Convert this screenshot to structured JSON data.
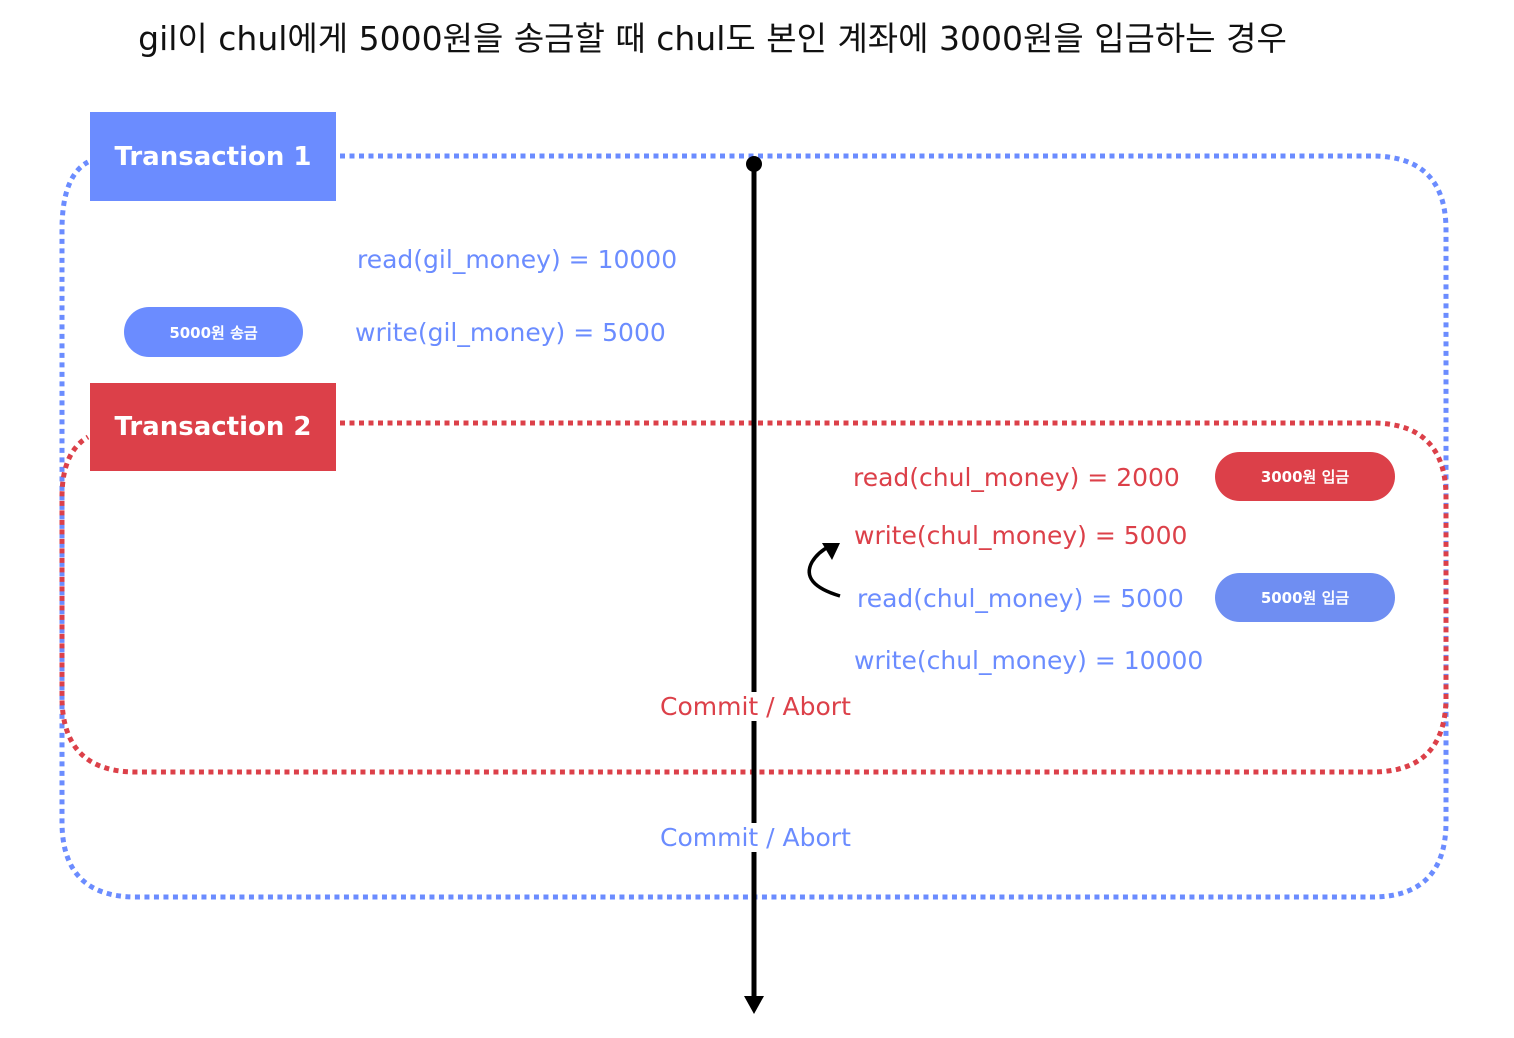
{
  "title": "gil이 chul에게 5000원을 송금할 때 chul도 본인 계좌에 3000원을 입금하는 경우",
  "colors": {
    "t1": "#6b8cff",
    "t2": "#dc4049",
    "t1_pill": "#6f8ef2",
    "line": "#000000"
  },
  "transaction1": {
    "label": "Transaction 1",
    "ops": [
      "read(gil_money) = 10000",
      "write(gil_money) = 5000"
    ],
    "pill": "5000원 송금",
    "ops_late": [
      "read(chul_money) = 5000",
      "write(chul_money) = 10000"
    ],
    "pill_late": "5000원 입금",
    "end": "Commit / Abort"
  },
  "transaction2": {
    "label": "Transaction 2",
    "ops": [
      "read(chul_money) = 2000",
      "write(chul_money) = 5000"
    ],
    "pill": "3000원 입금",
    "end": "Commit / Abort"
  },
  "icons": {
    "back_arrow": "curved-arrow-up-icon",
    "timeline_head": "arrow-down-icon"
  }
}
